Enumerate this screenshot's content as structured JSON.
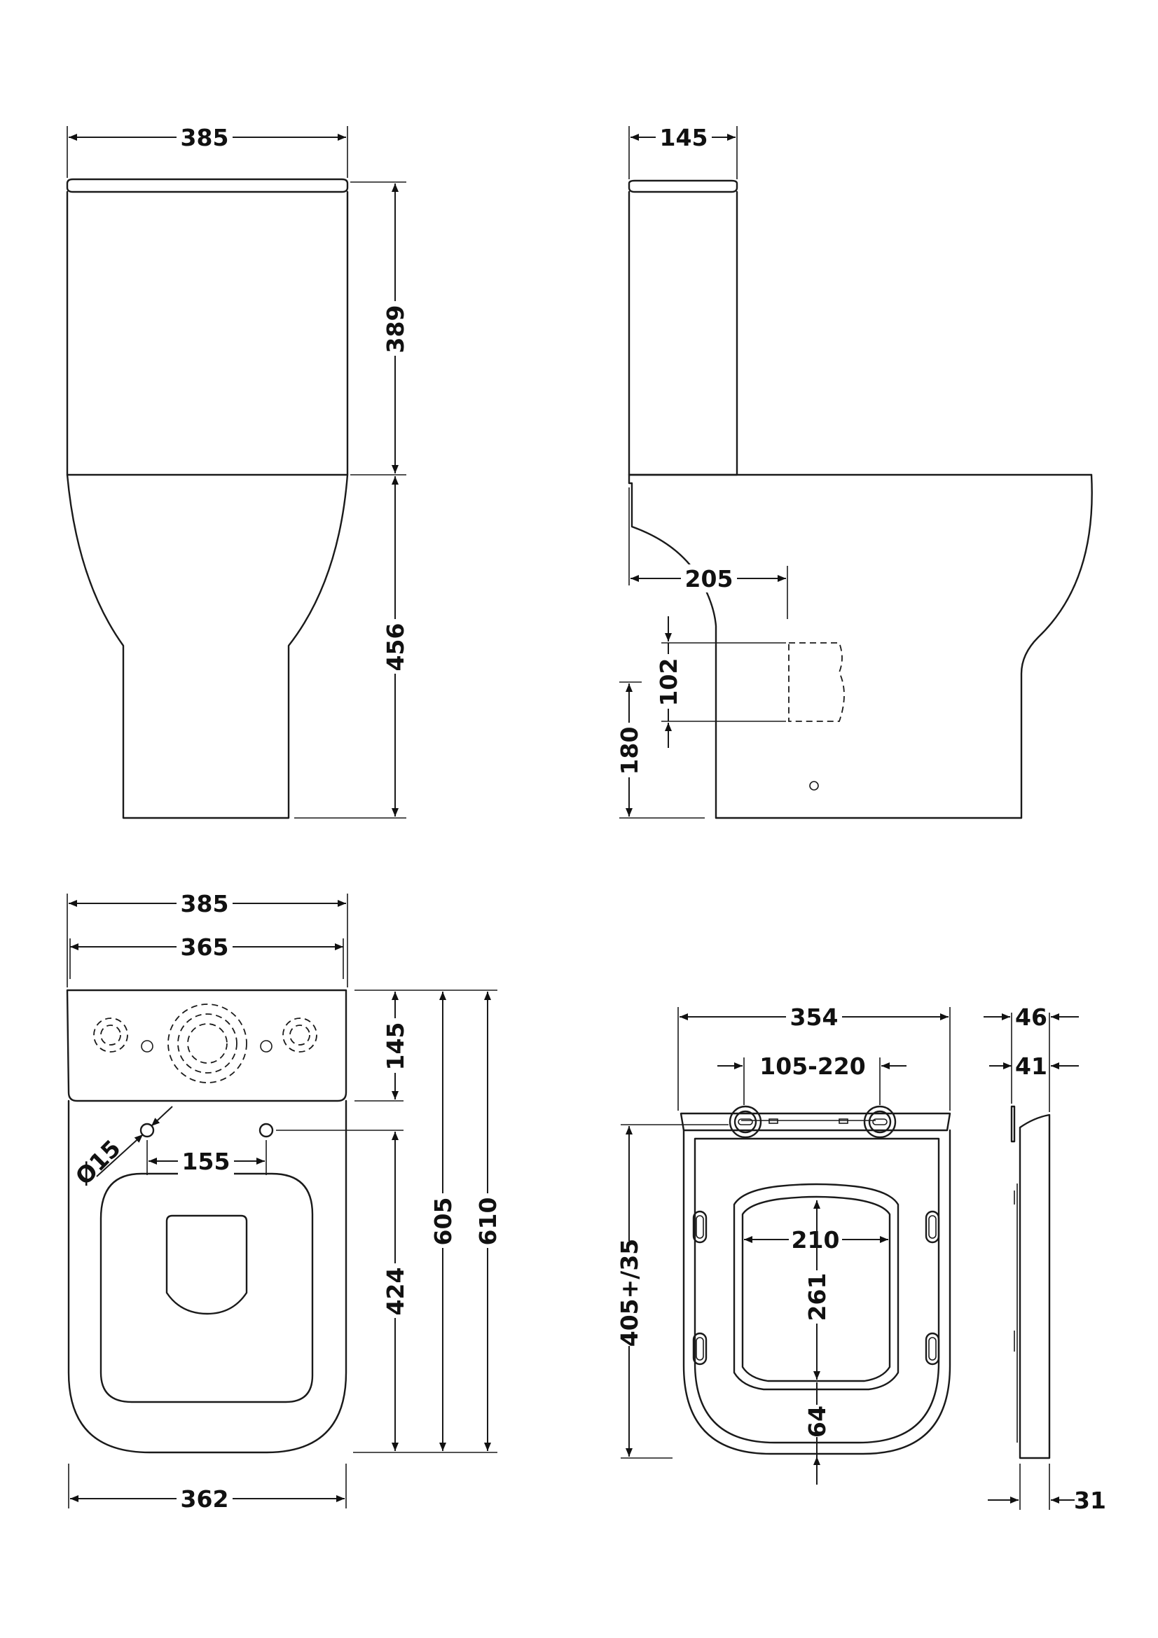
{
  "views": {
    "front_elevation": {
      "width_top": "385",
      "cistern_height": "389",
      "pan_height": "456"
    },
    "side_elevation": {
      "cistern_depth": "145",
      "outlet_to_wall": "205",
      "outlet_diameter": "102",
      "outlet_height": "180"
    },
    "plan_view": {
      "width_overall": "385",
      "width_inner": "365",
      "cistern_depth": "145",
      "hole_diameter": "Ø15",
      "hole_spacing": "155",
      "fixing_to_front": "424",
      "length_inner": "605",
      "length_overall": "610",
      "base_width": "362"
    },
    "seat_plan": {
      "seat_width": "354",
      "hinge_range": "105-220",
      "opening_width": "210",
      "opening_length": "261",
      "front_rim": "64",
      "seat_length": "405+/35"
    },
    "seat_side": {
      "thickness_closed": "46",
      "lid_thickness": "41",
      "seat_thickness": "31"
    }
  }
}
